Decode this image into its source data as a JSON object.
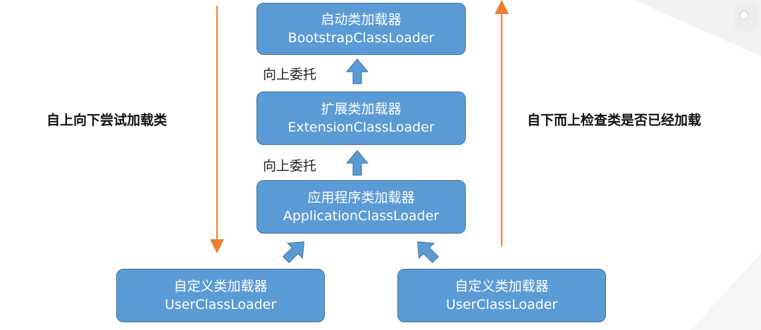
{
  "boxes": {
    "bootstrap": {
      "cn": "启动类加载器",
      "en": "BootstrapClassLoader"
    },
    "extension": {
      "cn": "扩展类加载器",
      "en": "ExtensionClassLoader"
    },
    "application": {
      "cn": "应用程序类加载器",
      "en": "ApplicationClassLoader"
    },
    "user_left": {
      "cn": "自定义类加载器",
      "en": "UserClassLoader"
    },
    "user_right": {
      "cn": "自定义类加载器",
      "en": "UserClassLoader"
    }
  },
  "delegate_labels": [
    "向上委托",
    "向上委托"
  ],
  "side_labels": {
    "left": "自上向下尝试加载类",
    "right": "自下而上检查类是否已经加载"
  },
  "colors": {
    "box_fill": "#5b9bd5",
    "box_border": "#41719c",
    "arrow_block": "#5b9bd5",
    "side_arrow": "#ed7d31"
  }
}
